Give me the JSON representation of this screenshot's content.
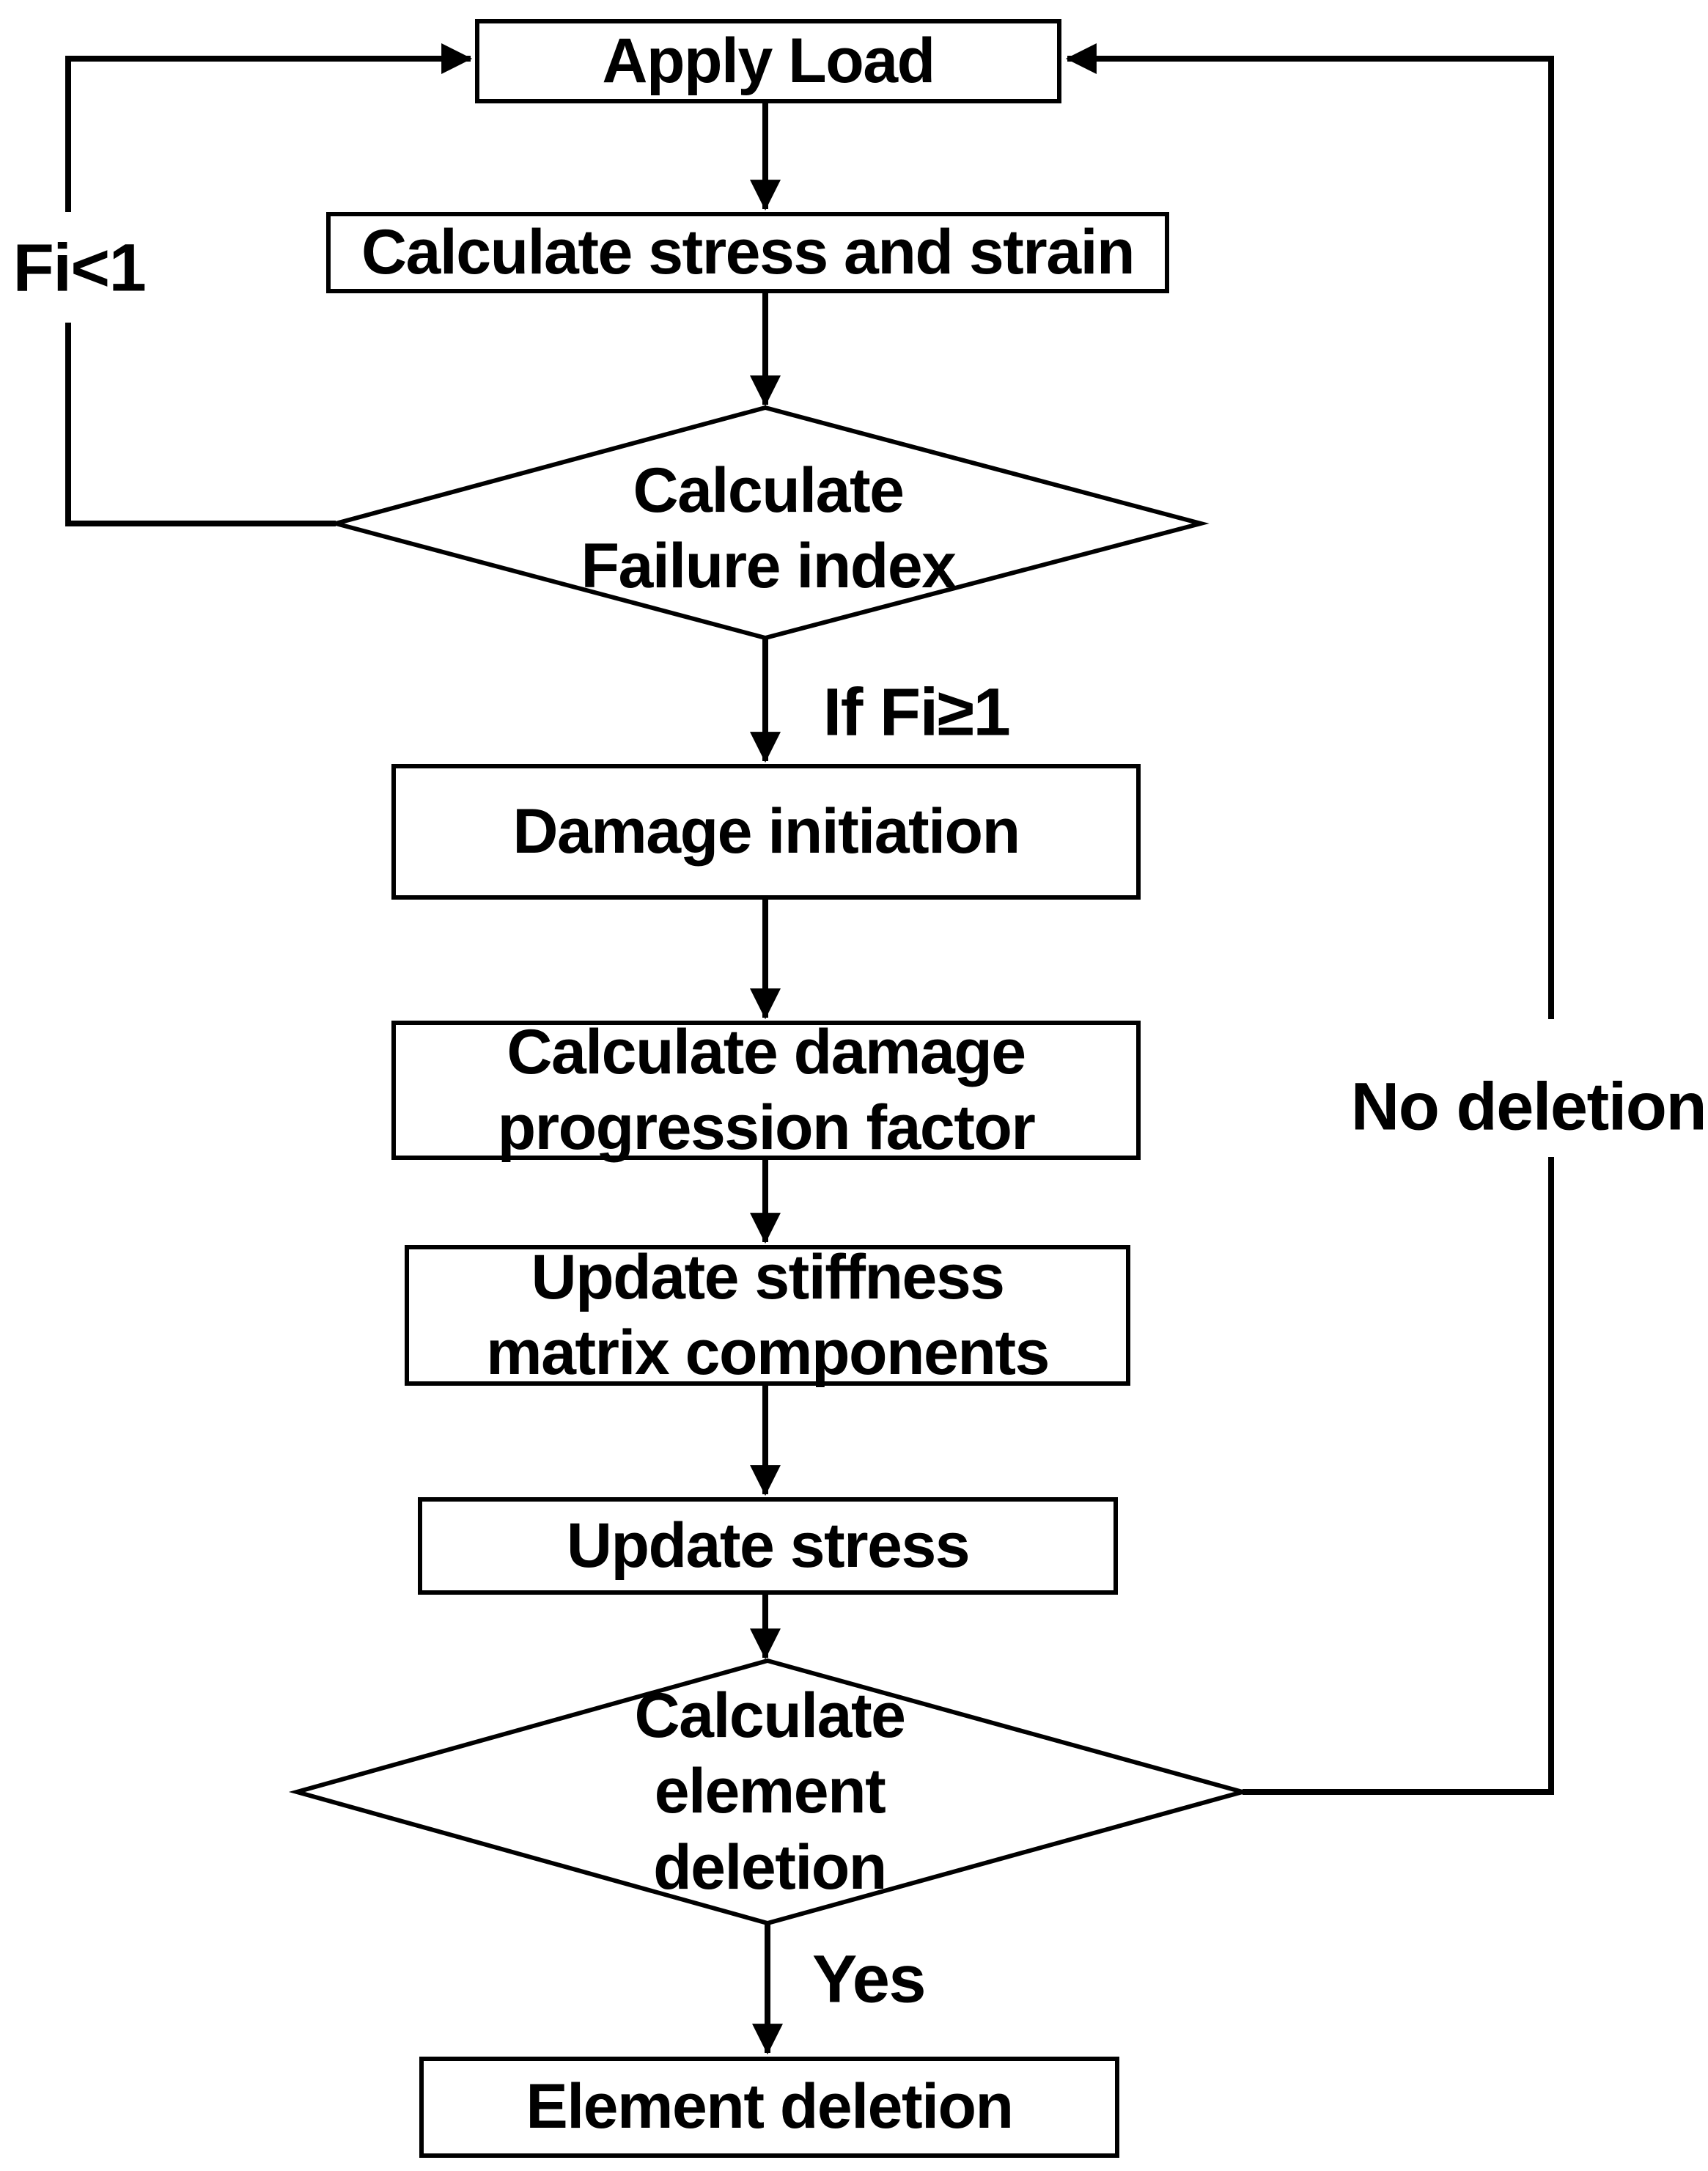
{
  "figure": {
    "type": "flowchart",
    "background_color": "#ffffff",
    "line_color": "#000000",
    "text_color": "#000000"
  },
  "nodes": {
    "apply_load": {
      "shape": "rectangle",
      "label": "Apply Load"
    },
    "calculate_stress_strain": {
      "shape": "rectangle",
      "label": "Calculate stress and strain"
    },
    "calculate_failure_index": {
      "shape": "diamond",
      "label": "Calculate\nFailure index"
    },
    "damage_initiation": {
      "shape": "rectangle",
      "label": "Damage initiation"
    },
    "calculate_damage_progression": {
      "shape": "rectangle",
      "label": "Calculate damage\nprogression factor"
    },
    "update_stiffness_matrix": {
      "shape": "rectangle",
      "label": "Update stiffness\nmatrix components"
    },
    "update_stress": {
      "shape": "rectangle",
      "label": "Update stress"
    },
    "calculate_element_deletion": {
      "shape": "diamond",
      "label": "Calculate\nelement\ndeletion"
    },
    "element_deletion": {
      "shape": "rectangle",
      "label": "Element deletion"
    }
  },
  "edge_labels": {
    "fi_less_than_1": "Fi<1",
    "if_fi_ge_1": "If Fi≥1",
    "yes": "Yes",
    "no_deletion": "No deletion"
  }
}
